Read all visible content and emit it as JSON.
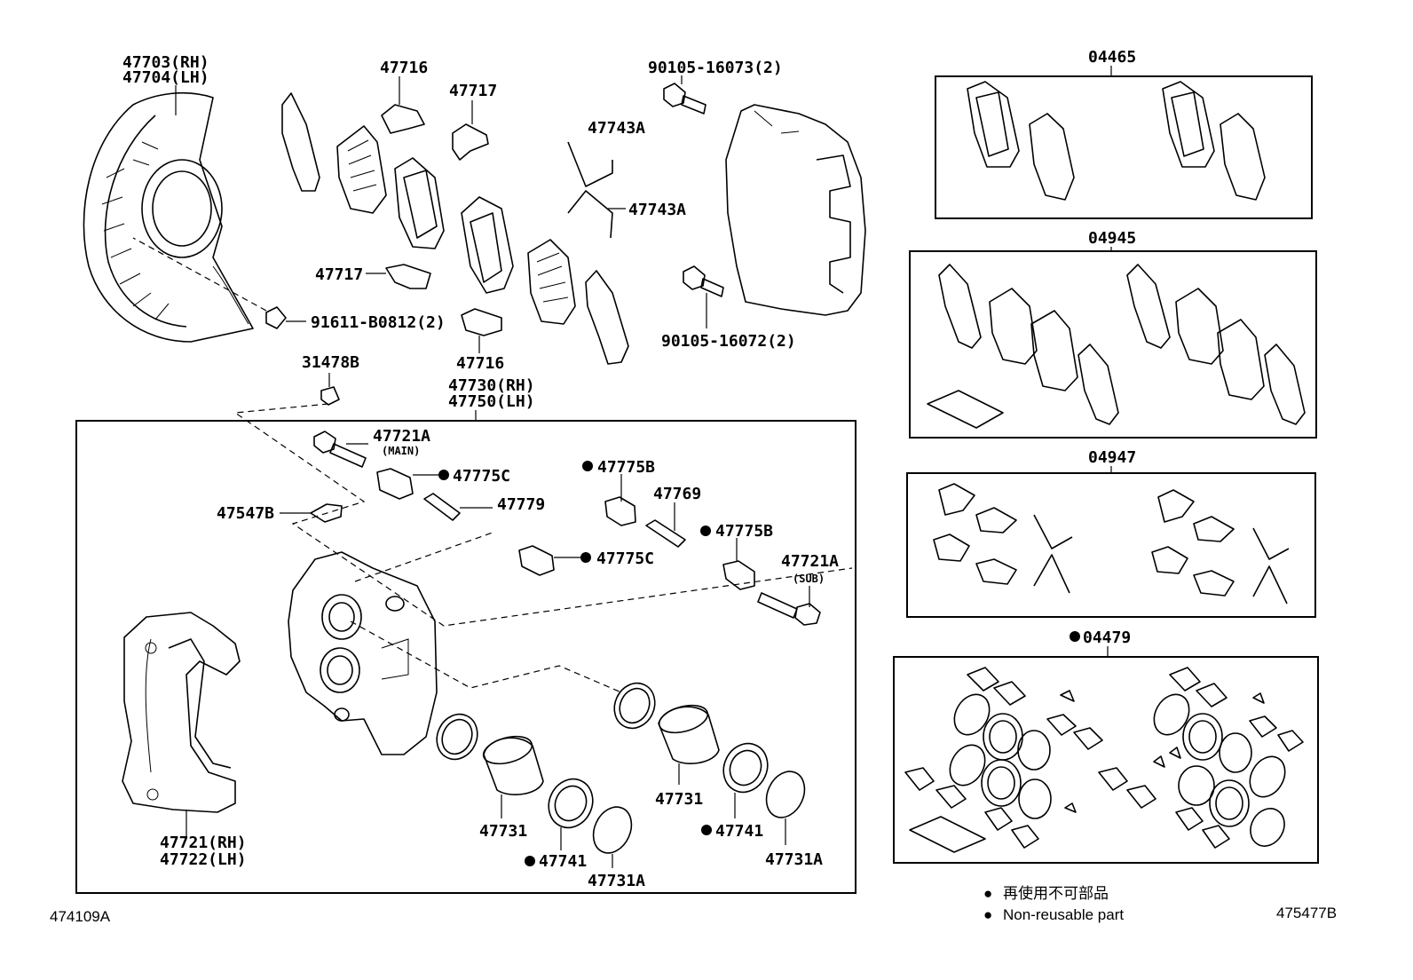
{
  "diagram": {
    "code_left": "474109A",
    "code_right": "475477B",
    "labels": {
      "shield": [
        "47703(RH)",
        "47704(LH)"
      ],
      "clip_47716_top": "47716",
      "clip_47717_top": "47717",
      "bolt_90105_16073": "90105-16073(2)",
      "spring_47743a_top": "47743A",
      "spring_47743a_mid": "47743A",
      "clip_47717_mid": "47717",
      "bolt_91611": "91611-B0812(2)",
      "bolt_90105_16072": "90105-16072(2)",
      "clip_47716_bottom": "47716",
      "cap_31478b": "31478B",
      "caliper_assy": [
        "47730(RH)",
        "47750(LH)"
      ],
      "pin_main": "47721A",
      "pin_main_note": "(MAIN)",
      "boot_47775c_1": "47775C",
      "bleeder_47547b": "47547B",
      "sleeve_47779": "47779",
      "boot_47775b_1": "47775B",
      "sleeve_47769": "47769",
      "boot_47775b_2": "47775B",
      "boot_47775c_2": "47775C",
      "pin_sub": "47721A",
      "pin_sub_note": "(SUB)",
      "mounting": [
        "47721(RH)",
        "47722(LH)"
      ],
      "piston_left": "47731",
      "seal_left": "47741",
      "ring_left": "47731A",
      "piston_right": "47731",
      "seal_right": "47741",
      "ring_right": "47731A"
    },
    "kits": [
      {
        "code": "04465"
      },
      {
        "code": "04945"
      },
      {
        "code": "04947"
      },
      {
        "code": "04479"
      }
    ],
    "legend": [
      {
        "bullet": "●",
        "text": "再使用不可部品"
      },
      {
        "bullet": "●",
        "text": "Non-reusable part"
      }
    ]
  }
}
